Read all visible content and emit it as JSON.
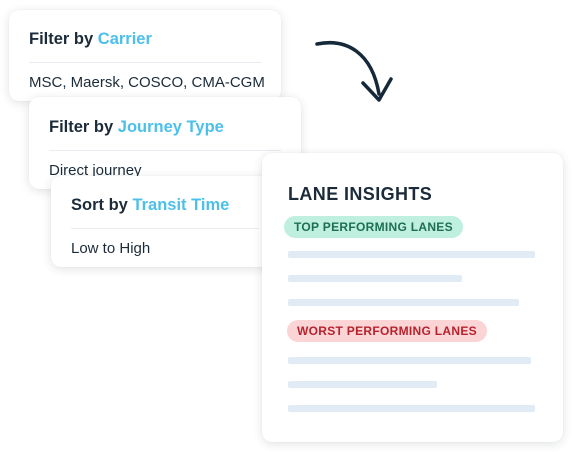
{
  "filters": [
    {
      "prefix": "Filter by",
      "field": "Carrier",
      "value": "MSC, Maersk, COSCO, CMA-CGM"
    },
    {
      "prefix": "Filter by",
      "field": "Journey Type",
      "value": "Direct journey"
    },
    {
      "prefix": "Sort by",
      "field": "Transit Time",
      "value": "Low to High"
    }
  ],
  "insights": {
    "title": "LANE INSIGHTS",
    "top_badge": "TOP PERFORMING LANES",
    "worst_badge": "WORST PERFORMING LANES"
  },
  "icons": {
    "flow": "curved-arrow-icon"
  },
  "colors": {
    "accent": "#4cc0ea",
    "text": "#1c2b39",
    "top_badge_bg": "#bff0df",
    "top_badge_text": "#1d6e53",
    "worst_badge_bg": "#fbd4d6",
    "worst_badge_text": "#b7232d",
    "placeholder_bar": "#e1ebf5"
  }
}
